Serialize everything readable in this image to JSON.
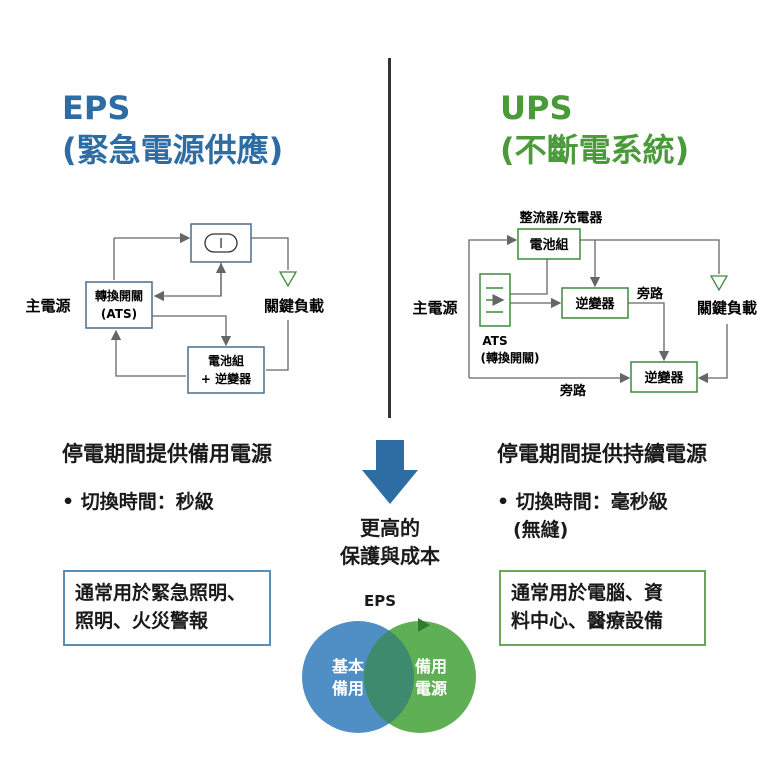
{
  "eps": {
    "title_line1": "EPS",
    "title_line2": "(緊急電源供應)",
    "diagram": {
      "main_power": "主電源",
      "switch_line1": "轉換開關",
      "switch_line2": "(ATS)",
      "battery_line1": "電池組",
      "battery_line2": "+ 逆變器",
      "load": "關鍵負載",
      "switch_symbol": "I"
    },
    "heading": "停電期間提供備用電源",
    "bullet": "• 切換時間：秒級",
    "note": "通常用於緊急照明、\n照明、火災警報"
  },
  "ups": {
    "title_line1": "UPS",
    "title_line2": "(不斷電系統)",
    "diagram": {
      "charger": "整流器/充電器",
      "battery": "電池組",
      "main_power": "主電源",
      "inverter1": "逆變器",
      "bypass_top": "旁路",
      "load": "關鍵負載",
      "ats_line1": "ATS",
      "ats_line2": "(轉換開關)",
      "inverter2": "逆變器",
      "bypass_bottom": "旁路"
    },
    "heading": "停電期間提供持續電源",
    "bullet_line1": "• 切換時間：毫秒級",
    "bullet_line2": "(無縫)",
    "note": "通常用於電腦、資\n料中心、醫療設備"
  },
  "center": {
    "line1": "更高的",
    "line2": "保護與成本",
    "venn_label": "EPS",
    "left_circle_line1": "基本",
    "left_circle_line2": "備用",
    "right_circle_line1": "備用",
    "right_circle_line2": "電源"
  },
  "colors": {
    "eps_blue": "#2e6da4",
    "ups_green": "#4a9a3a",
    "left_circle": "#4f8fc6",
    "right_circle": "#5fb055",
    "overlap": "#3e8a6e"
  }
}
